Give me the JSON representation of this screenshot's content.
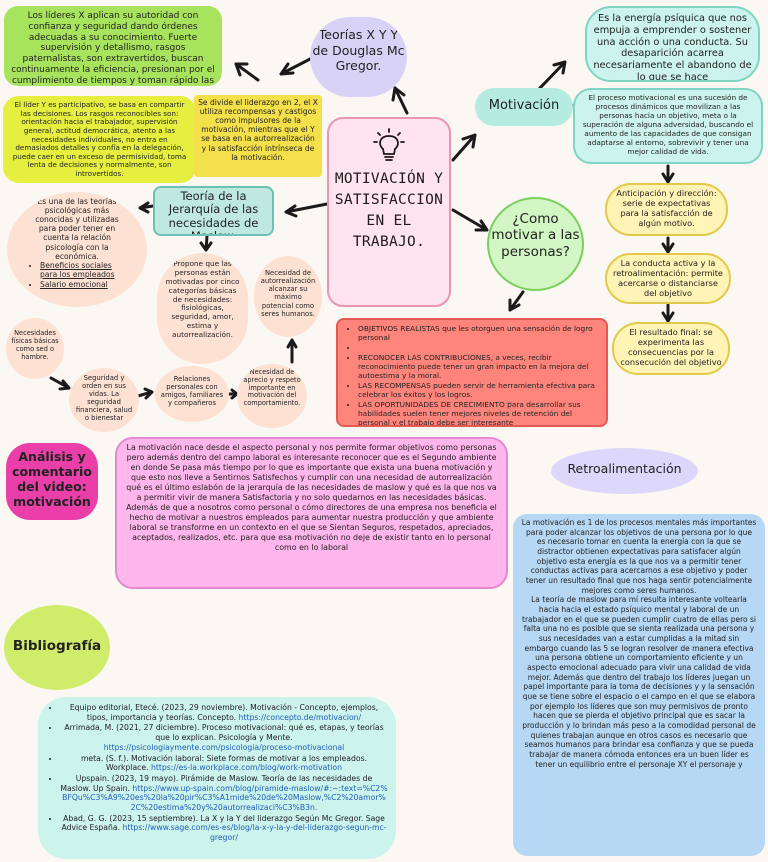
{
  "center": {
    "title": "MOTIVACIÓN Y SATISFACCION EN EL TRABAJO."
  },
  "teorias": "Teorías X Y Y de Douglas Mc Gregor.",
  "lideres_x": "Los líderes X aplican su autoridad con confianza y seguridad dando órdenes adecuadas a su conocimiento. Fuerte supervisión y detallismo, rasgos paternalistas, son extravertidos, buscan continuamente la eficiencia, presionan por el cumplimiento de tiempos y toman rápido las decisiones.",
  "lideres_y": "El líder Y es participativo, se basa en compartir las decisiones. Los rasgos reconocibles son: orientación hacia el trabajador, supervisión general, actitud democrática, atento a las necesidades individuales, no entra en demasiados detalles y confía en la delegación, puede caer en un exceso de permisividad, toma lenta de decisiones y normalmente, son introvertidos.",
  "se_divide": "Se divide el liderazgo en 2, el X utiliza recompensas y castigos como impulsores de la motivación, mientras que el Y se basa en la autorrealización y la satisfacción intrínseca de la motivación.",
  "motivacion": {
    "label": "Motivación",
    "energia": "Es la energía psíquica que nos empuja a emprender o sostener una acción o una conducta. Su desaparición acarrea necesariamente el abandono de lo que se hace",
    "proceso": "El proceso motivacional es una sucesión de procesos dinámicos que movilizan a las personas hacia un objetivo, meta o la superación de alguna adversidad, buscando el aumento de las capacidades de que consigan adaptarse al entorno, sobrevivir y tener una mejor calidad de vida.",
    "anticipacion": "Anticipación y dirección: serie de expectativas para la satisfacción de algún motivo.",
    "conducta": "La conducta activa y la retroalimentación: permite acercarse o distanciarse del objetivo",
    "resultado": "El resultado final: se experimenta las consecuencias por la consecución del objetivo"
  },
  "como": {
    "label": "¿Como motivar a las personas?",
    "items": [
      "OBJETIVOS REALISTAS que les otorguen una sensación de logro personal",
      "",
      "RECONOCER LAS CONTRIBUCIONES, a veces, recibir reconocimiento puede tener un gran impacto en la mejora del autoestima y la moral.",
      "LAS RECOMPENSAS pueden servir de herramienta efectiva para celebrar los éxitos y los logros.",
      "LAS OPORTUNIDADES DE CRECIMIENTO para desarrollar sus habilidades suelen tener mejores niveles de retención del personal y el trabajo debe ser interesante"
    ]
  },
  "maslow": {
    "label": "Teoría de la Jerarquía de las necesidades de Maslow.",
    "una": "Es una de las teorías psicológicas más conocidas y utilizadas para poder tener en cuenta la relación psicología con la económica.",
    "una_items": [
      "Beneficios sociales para los empleados",
      "Salario emocional"
    ],
    "propone": "Propone que las personas están motivadas por cinco categorías básicas de necesidades: fisiológicas, seguridad, amor, estima y autorrealización.",
    "autorrealizacion": "Necesidad de autorrealización alcanzar su máximo potencial como seres humanos.",
    "fisicas": "Necesidades físicas básicas como sed o hambre.",
    "seguridad": "Seguridad y orden en sus vidas. La seguridad financiera, salud o bienestar",
    "relaciones": "Relaciones personales con amigos, familiares y compañeros",
    "aprecio": "Necesidad de aprecio y respeto importante en motivación del comportamiento."
  },
  "analisis": {
    "title": "Análisis y comentario del video: motivación",
    "text": "La motivación nace desde el aspecto personal y nos permite formar objetivos como personas pero además dentro del campo laboral es interesante reconocer que es el Segundo ambiente en donde Se pasa más tiempo por lo que es importante que exista una buena motivación y que esto nos lleve a Sentirnos Satisfechos y cumplir con una necesidad de autorrealización qué es el último eslabón de la jerarquía de las necesidades de maslow y qué es la que nos va a permitir vivir de manera Satisfactoria y no solo quedarnos en las necesidades básicas. Además de que a nosotros como personal o cómo directores de una empresa nos beneficia el hecho de motivar a nuestros empleados para aumentar nuestra producción y que ambiente laboral se transforme en un contexto en el que se Sientan Seguros, respetados, apreciados, aceptados, realizados, etc. para que esa motivación no deje de existir tanto en lo personal como en lo laboral"
  },
  "retro": {
    "title": "Retroalimentación",
    "text": "La motivación es 1 de los procesos mentales más importantes para poder alcanzar los objetivos de una persona por lo que es necesario tomar en cuenta la energía con la que se distractor obtienen expectativas para satisfacer algún objetivo esta energía es la que nos va a permitir tener conductas activas para acercarnos a ese objetivo y poder tener un resultado final que nos haga sentir potencialmente mejores como seres humanos.",
    "text2": "La teoría de maslow para mí resulta interesante voltearla hacia hacia el estado psíquico mental y laboral de un trabajador en el que se pueden cumplir cuatro de ellas pero si falta una no es posible que se sienta realizada una persona y sus necesidades van a estar cumplidas a la mitad sin embargo cuando las 5 se logran resolver de manera efectiva una persona obtiene un comportamiento eficiente y un aspecto emocional adecuado para vivir una calidad de vida mejor. Además que dentro del trabajo los líderes juegan un papel importante para la toma de decisiones y y la sensación que se tiene sobre el espacio o el campo en el que se elabora por ejemplo los líderes que son muy permisivos de pronto hacen que se pierda el objetivo principal que es sacar la producción y lo brindan más peso a la comodidad personal de quienes trabajan aunque en otros casos es necesario que seamos humanos para brindar esa confianza y que se pueda trabajar de manera cómoda entonces era un buen líder es tener un equilibrio entre el personaje XY el personaje y"
  },
  "biblio": {
    "title": "Bibliografía",
    "items": [
      {
        "text": "Equipo editorial, Etecé. (2023, 29 noviembre). Motivación - Concepto, ejemplos, tipos, importancia y teorías. Concepto.",
        "url": "https://concepto.de/motivacion/"
      },
      {
        "text": "Arrimada, M. (2021, 27 diciembre). Proceso motivacional: qué es, etapas, y teorías que lo explican. Psicología y Mente.",
        "url": "https://psicologiaymente.com/psicologia/proceso-motivacional"
      },
      {
        "text": "meta. (S. f.). Motivación laboral: Siete formas de motivar a los empleados. Workplace.",
        "url": "https://es-la.workplace.com/blog/work-motivation"
      },
      {
        "text": "Upspain. (2023, 19 mayo). Pirámide de Maslow. Teoría de las necesidades de Maslow. Up Spain.",
        "url": "https://www.up-spain.com/blog/piramide-maslow/#:~:text=%C2%BFQu%C3%A9%20es%20la%20pir%C3%A1mide%20de%20Maslow,%C2%20amor%2C%20estima%20y%20autorrealizaci%C3%B3n."
      },
      {
        "text": "Abad, G. G. (2023, 15 septiembre). La X y la Y del liderazgo Según Mc Gregor. Sage Advice España.",
        "url": "https://www.sage.com/es-es/blog/la-x-y-la-y-del-liderazgo-segun-mc-gregor/"
      }
    ]
  }
}
